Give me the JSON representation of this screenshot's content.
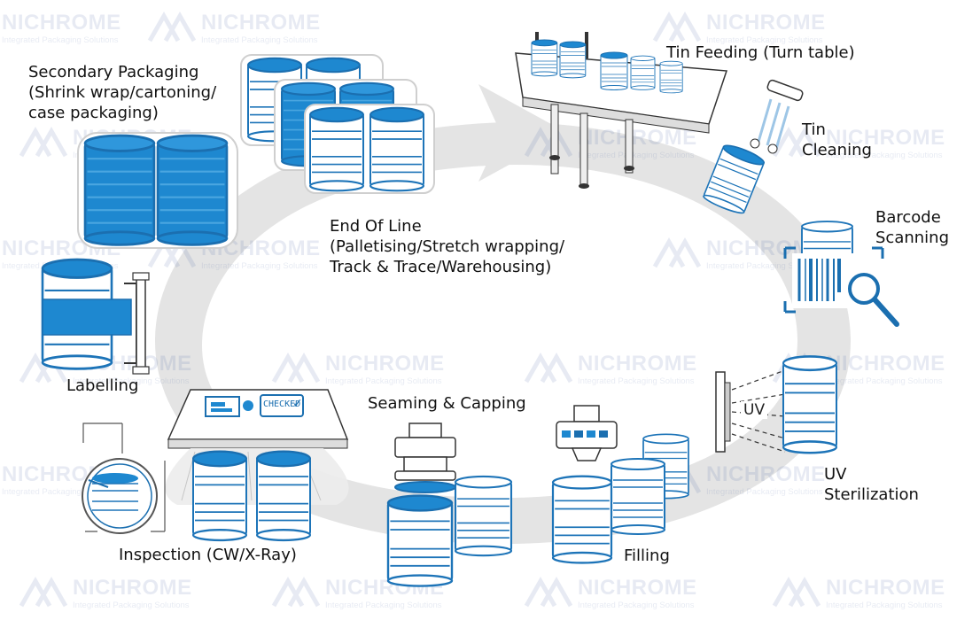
{
  "watermark": {
    "brand": "NICHROME",
    "tagline": "Integrated Packaging Solutions"
  },
  "colors": {
    "tin_blue": "#1e88d0",
    "tin_dark_blue": "#1b6fb0",
    "outline": "#1d74b8",
    "track_gray": "#e3e3e3",
    "text": "#111111"
  },
  "steps": {
    "tin_feeding": "Tin Feeding (Turn table)",
    "tin_cleaning": [
      "Tin",
      "Cleaning"
    ],
    "barcode_scanning": [
      "Barcode",
      "Scanning"
    ],
    "uv_sterilization": [
      "UV",
      "Sterilization"
    ],
    "uv_lamp": "UV",
    "filling": "Filling",
    "seaming_capping": "Seaming & Capping",
    "inspection": "Inspection (CW/X-Ray)",
    "inspection_display": "CHECKED",
    "labelling": "Labelling",
    "secondary_packaging": [
      "Secondary Packaging",
      "(Shrink wrap/cartoning/",
      "case packaging)"
    ],
    "end_of_line": [
      "End Of Line",
      "(Palletising/Stretch wrapping/",
      "Track & Trace/Warehousing)"
    ]
  },
  "icons": [
    "turn-table-icon",
    "tin-cleaning-nozzle-icon",
    "barcode-scanner-icon",
    "uv-lamp-icon",
    "filling-head-icon",
    "seaming-head-icon",
    "inspection-machine-icon",
    "inspection-lens-icon",
    "labeller-icon",
    "shrink-wrap-pack-icon",
    "case-pack-icon",
    "cycle-arrow-icon"
  ]
}
